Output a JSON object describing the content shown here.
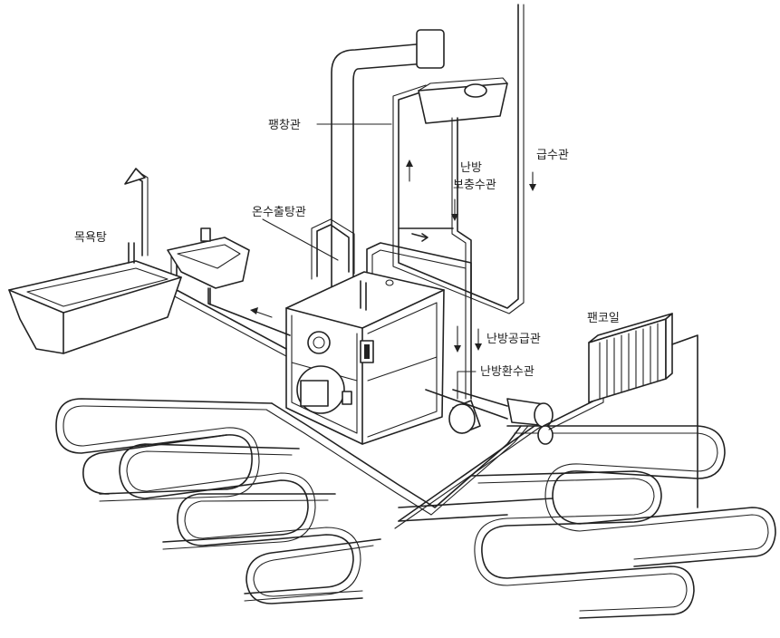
{
  "labels": {
    "expansion_pipe": "팽창관",
    "supply_pipe": "급수관",
    "heating_makeup_line1": "난방",
    "heating_makeup_line2": "보충수관",
    "hot_water_outlet": "온수출탕관",
    "bathtub": "목욕탕",
    "fan_coil": "팬코일",
    "heating_supply": "난방공급관",
    "heating_return": "난방환수관"
  }
}
